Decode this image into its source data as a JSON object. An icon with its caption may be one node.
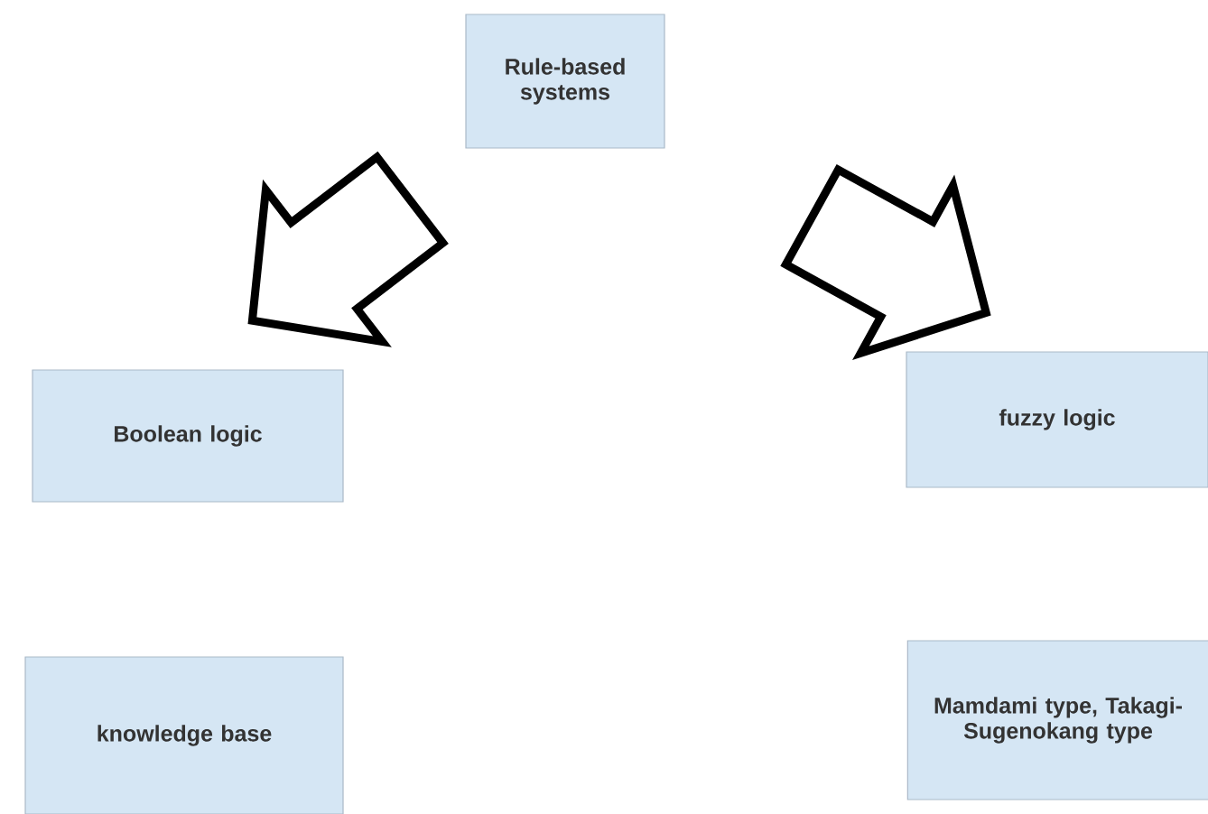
{
  "diagram": {
    "nodes": [
      {
        "text": [
          "Rule-based systems"
        ]
      },
      {
        "text": [
          "Boolean logic"
        ]
      },
      {
        "text": [
          "fuzzy logic"
        ]
      },
      {
        "text": [
          "knowledge base"
        ]
      },
      {
        "text": [
          "Mamdami type, Takagi- Sugenokang type"
        ]
      }
    ],
    "edges": [
      {
        "from": 0,
        "to": 1,
        "arrow": "to",
        "style": "thick"
      },
      {
        "from": 0,
        "to": 2,
        "arrow": "to",
        "style": "thick"
      }
    ]
  }
}
